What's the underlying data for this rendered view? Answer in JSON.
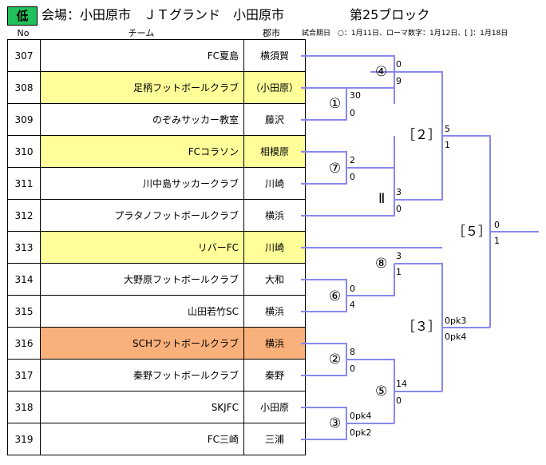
{
  "header": {
    "tier_badge": "低",
    "venue": "会場：小田原市　ＪＴグランド　小田原市",
    "block": "第25ブロック",
    "col_no": "No",
    "col_team": "チーム",
    "col_city": "郡市",
    "schedule_note": "試合期日　○：1月11日、ローマ数字：1月12日、[ ]：1月18日"
  },
  "teams": [
    {
      "no": "307",
      "name": "FC夏島",
      "city": "横須賀",
      "hl": ""
    },
    {
      "no": "308",
      "name": "足柄フットボールクラブ",
      "city": "（小田原）",
      "hl": "yellow"
    },
    {
      "no": "309",
      "name": "のぞみサッカー教室",
      "city": "藤沢",
      "hl": ""
    },
    {
      "no": "310",
      "name": "FCコラソン",
      "city": "相模原",
      "hl": "yellow"
    },
    {
      "no": "311",
      "name": "川中島サッカークラブ",
      "city": "川崎",
      "hl": ""
    },
    {
      "no": "312",
      "name": "プラタノフットボールクラブ",
      "city": "横浜",
      "hl": ""
    },
    {
      "no": "313",
      "name": "リバーFC",
      "city": "川崎",
      "hl": "yellow"
    },
    {
      "no": "314",
      "name": "大野原フットボールクラブ",
      "city": "大和",
      "hl": ""
    },
    {
      "no": "315",
      "name": "山田若竹SC",
      "city": "横浜",
      "hl": ""
    },
    {
      "no": "316",
      "name": "SCHフットボールクラブ",
      "city": "横浜",
      "hl": "orange"
    },
    {
      "no": "317",
      "name": "秦野フットボールクラブ",
      "city": "秦野",
      "hl": ""
    },
    {
      "no": "318",
      "name": "SKJFC",
      "city": "小田原",
      "hl": ""
    },
    {
      "no": "319",
      "name": "FC三崎",
      "city": "三浦",
      "hl": ""
    }
  ],
  "bracket": {
    "m1": {
      "label": "①",
      "top": "30",
      "bottom": "0"
    },
    "m4": {
      "label": "④",
      "top": "0",
      "bottom": "9"
    },
    "m7": {
      "label": "⑦",
      "top": "2",
      "bottom": "0"
    },
    "mII": {
      "label": "Ⅱ",
      "top": "3",
      "bottom": "0"
    },
    "r2": {
      "label": "［２］",
      "top": "5",
      "bottom": "1"
    },
    "m6": {
      "label": "⑥",
      "top": "0",
      "bottom": "4"
    },
    "m8": {
      "label": "⑧",
      "top": "3",
      "bottom": "1"
    },
    "m2": {
      "label": "②",
      "top": "8",
      "bottom": "0"
    },
    "m3": {
      "label": "③",
      "top": "0pk4",
      "bottom": "0pk2"
    },
    "m5": {
      "label": "⑤",
      "top": "14",
      "bottom": "0"
    },
    "r3": {
      "label": "［３］",
      "top": "0pk3",
      "bottom": "0pk4"
    },
    "r5": {
      "label": "［５］",
      "top": "0",
      "bottom": "1"
    }
  },
  "colors": {
    "line": "#8888ee",
    "tier": "#22c05a",
    "yellow": "#ffff99",
    "orange": "#f9b07a"
  }
}
